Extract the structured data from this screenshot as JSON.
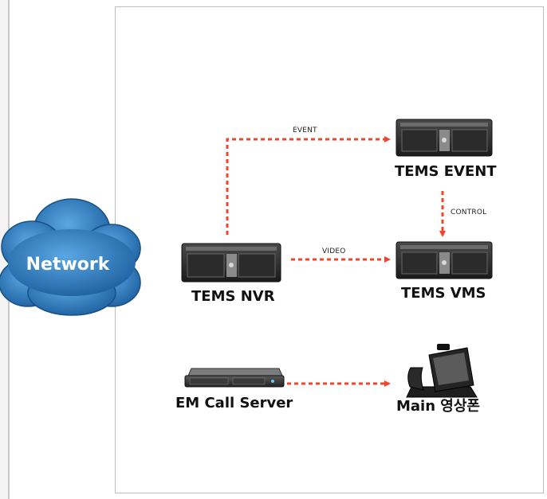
{
  "network": {
    "label": "Network"
  },
  "nodes": {
    "tems_event": "TEMS EVENT",
    "tems_nvr": "TEMS NVR",
    "tems_vms": "TEMS VMS",
    "em_call_server": "EM Call Server",
    "main_phone": "Main 영상폰"
  },
  "edges": {
    "event": "EVENT",
    "control": "CONTROL",
    "video": "VIDEO"
  },
  "colors": {
    "arrow": "#f0442c",
    "cloud": "#2f82c8",
    "cloud_dark": "#1f5fa0"
  }
}
